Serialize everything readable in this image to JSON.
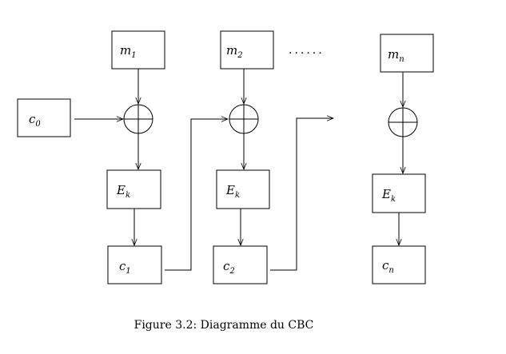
{
  "diagram": {
    "blocks": {
      "m1": {
        "base": "m",
        "sub": "1"
      },
      "m2": {
        "base": "m",
        "sub": "2"
      },
      "mn": {
        "base": "m",
        "sub": "n"
      },
      "c0": {
        "base": "c",
        "sub": "0"
      },
      "ek1": {
        "base": "E",
        "sub": "k"
      },
      "ek2": {
        "base": "E",
        "sub": "k"
      },
      "ekn": {
        "base": "E",
        "sub": "k"
      },
      "c1": {
        "base": "c",
        "sub": "1"
      },
      "c2": {
        "base": "c",
        "sub": "2"
      },
      "cn": {
        "base": "c",
        "sub": "n"
      }
    },
    "ellipsis": "......"
  },
  "caption": "Figure 3.2: Diagramme du CBC"
}
